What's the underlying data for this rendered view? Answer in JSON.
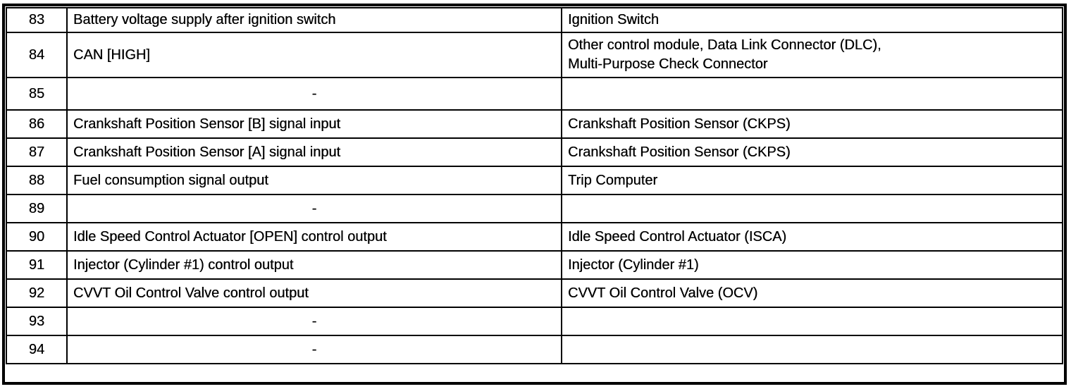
{
  "colors": {
    "border": "#000000",
    "background": "#ffffff",
    "text": "#000000"
  },
  "table": {
    "empty_cell_placeholder": "-",
    "rows": [
      {
        "pin": "83",
        "description": "Battery voltage supply after ignition switch",
        "connected_to": "Ignition Switch"
      },
      {
        "pin": "84",
        "description": "CAN [HIGH]",
        "connected_to": "Other control module, Data Link Connector (DLC),\nMulti-Purpose Check Connector"
      },
      {
        "pin": "85",
        "description": "-",
        "connected_to": ""
      },
      {
        "pin": "86",
        "description": "Crankshaft Position Sensor [B] signal input",
        "connected_to": "Crankshaft Position Sensor (CKPS)"
      },
      {
        "pin": "87",
        "description": "Crankshaft Position Sensor [A] signal input",
        "connected_to": "Crankshaft Position Sensor (CKPS)"
      },
      {
        "pin": "88",
        "description": "Fuel consumption signal output",
        "connected_to": "Trip Computer"
      },
      {
        "pin": "89",
        "description": "-",
        "connected_to": ""
      },
      {
        "pin": "90",
        "description": "Idle Speed Control Actuator [OPEN] control output",
        "connected_to": "Idle Speed Control Actuator (ISCA)"
      },
      {
        "pin": "91",
        "description": "Injector (Cylinder #1) control output",
        "connected_to": "Injector (Cylinder #1)"
      },
      {
        "pin": "92",
        "description": "CVVT Oil Control Valve control output",
        "connected_to": "CVVT Oil Control Valve (OCV)"
      },
      {
        "pin": "93",
        "description": "-",
        "connected_to": ""
      },
      {
        "pin": "94",
        "description": "-",
        "connected_to": ""
      }
    ]
  }
}
